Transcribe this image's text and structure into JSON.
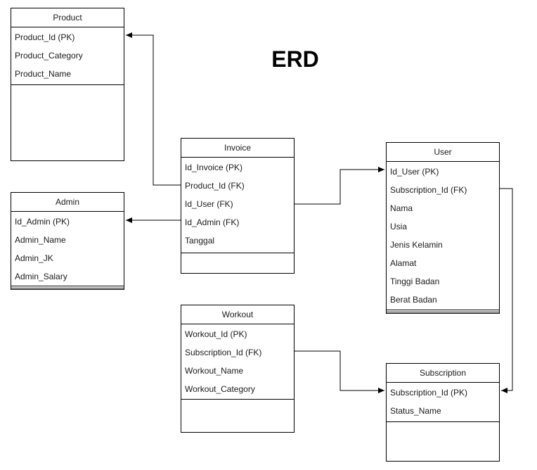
{
  "title": "ERD",
  "entities": {
    "product": {
      "name": "Product",
      "fields": [
        "Product_Id (PK)",
        "Product_Category",
        "Product_Name"
      ]
    },
    "admin": {
      "name": "Admin",
      "fields": [
        "Id_Admin (PK)",
        "Admin_Name",
        "Admin_JK",
        "Admin_Salary"
      ]
    },
    "invoice": {
      "name": "Invoice",
      "fields": [
        "Id_Invoice (PK)",
        "Product_Id (FK)",
        "Id_User (FK)",
        "Id_Admin (FK)",
        "Tanggal"
      ]
    },
    "user": {
      "name": "User",
      "fields": [
        "Id_User (PK)",
        "Subscription_Id (FK)",
        "Nama",
        "Usia",
        "Jenis Kelamin",
        "Alamat",
        "Tinggi Badan",
        "Berat Badan"
      ]
    },
    "workout": {
      "name": "Workout",
      "fields": [
        "Workout_Id (PK)",
        "Subscription_Id (FK)",
        "Workout_Name",
        "Workout_Category"
      ]
    },
    "subscription": {
      "name": "Subscription",
      "fields": [
        "Subscription_Id (PK)",
        "Status_Name"
      ]
    }
  },
  "relationships": [
    {
      "from": "Invoice.Product_Id (FK)",
      "to": "Product.Product_Id (PK)"
    },
    {
      "from": "Invoice.Id_Admin (FK)",
      "to": "Admin.Id_Admin (PK)"
    },
    {
      "from": "Invoice.Id_User (FK)",
      "to": "User.Id_User (PK)"
    },
    {
      "from": "User.Subscription_Id (FK)",
      "to": "Subscription.Subscription_Id (PK)"
    },
    {
      "from": "Workout.Subscription_Id (FK)",
      "to": "Subscription.Subscription_Id (PK)"
    }
  ]
}
